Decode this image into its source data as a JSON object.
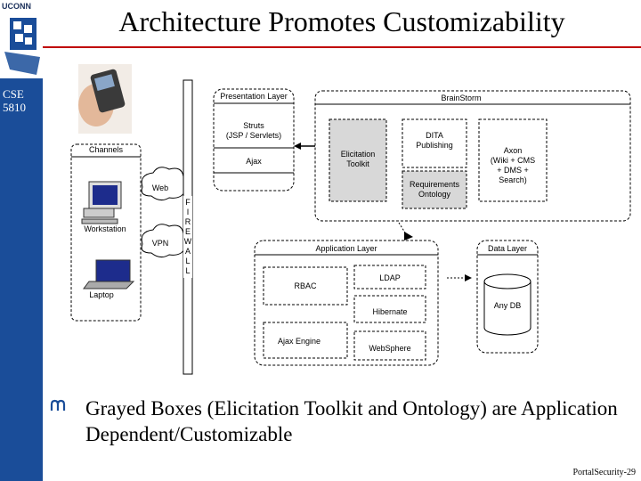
{
  "slide": {
    "logo_text": "UCONN",
    "course": "CSE 5810",
    "title": "Architecture Promotes Customizability",
    "bullet_text": "Grayed Boxes (Elicitation Toolkit and Ontology) are Application Dependent/Customizable",
    "footer": "PortalSecurity-29"
  },
  "diagram": {
    "presentation_layer": {
      "title": "Presentation Layer",
      "struts": [
        "Struts",
        "(JSP / Servlets)"
      ],
      "ajax": "Ajax"
    },
    "brainstorm": {
      "title": "BrainStorm",
      "elicitation": [
        "Elicitation",
        "Toolkit"
      ],
      "dita": [
        "DITA",
        "Publishing"
      ],
      "ontology": [
        "Requirements",
        "Ontology"
      ],
      "axon": [
        "Axon",
        "(Wiki + CMS",
        "+ DMS +",
        "Search)"
      ]
    },
    "channels": {
      "title": "Channels",
      "web": "Web",
      "vpn": "VPN",
      "workstation": "Workstation",
      "laptop": "Laptop"
    },
    "firewall": [
      "F",
      "I",
      "R",
      "E",
      "W",
      "A",
      "L",
      "L"
    ],
    "application_layer": {
      "title": "Application Layer",
      "rbac": "RBAC",
      "ldap": "LDAP",
      "hibernate": "Hibernate",
      "ajax_engine": "Ajax Engine",
      "websphere": "WebSphere"
    },
    "data_layer": {
      "title": "Data Layer",
      "db": "Any DB"
    },
    "colors": {
      "gray_box": "#d8d8d8",
      "sidebar": "#1a4d99",
      "title_rule": "#c00000"
    }
  }
}
